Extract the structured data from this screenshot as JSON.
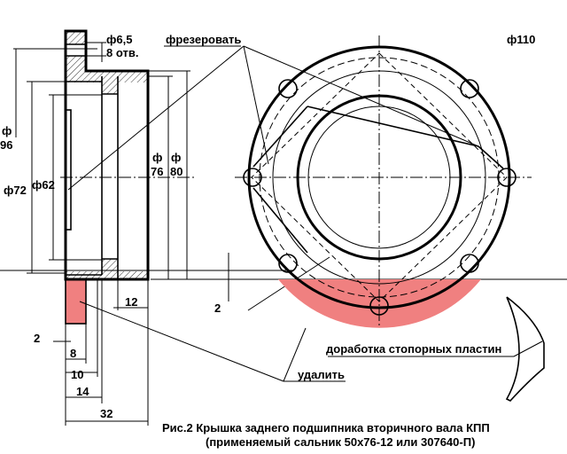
{
  "labels": {
    "hole": "ф6,5",
    "hole_count": "8 отв.",
    "mill": "фрезеровать",
    "d110": "ф110",
    "d96_phi": "ф",
    "d96": "96",
    "d72": "ф72",
    "d62": "ф62",
    "d76_phi": "ф",
    "d76": "76",
    "d80_phi": "ф",
    "d80": "80",
    "dim12": "12",
    "dim2_right": "2",
    "dim2_left": "2",
    "dim8": "8",
    "dim10": "10",
    "dim14": "14",
    "dim32": "32",
    "rework": "доработка стопорных пластин",
    "remove": "удалить"
  },
  "caption": {
    "line1": "Рис.2 Крышка заднего подшипника вторичного вала КПП",
    "line2": "(применяемый сальник 50х76-12 или 307640-П)"
  },
  "colors": {
    "removed_area": "#f08080"
  }
}
